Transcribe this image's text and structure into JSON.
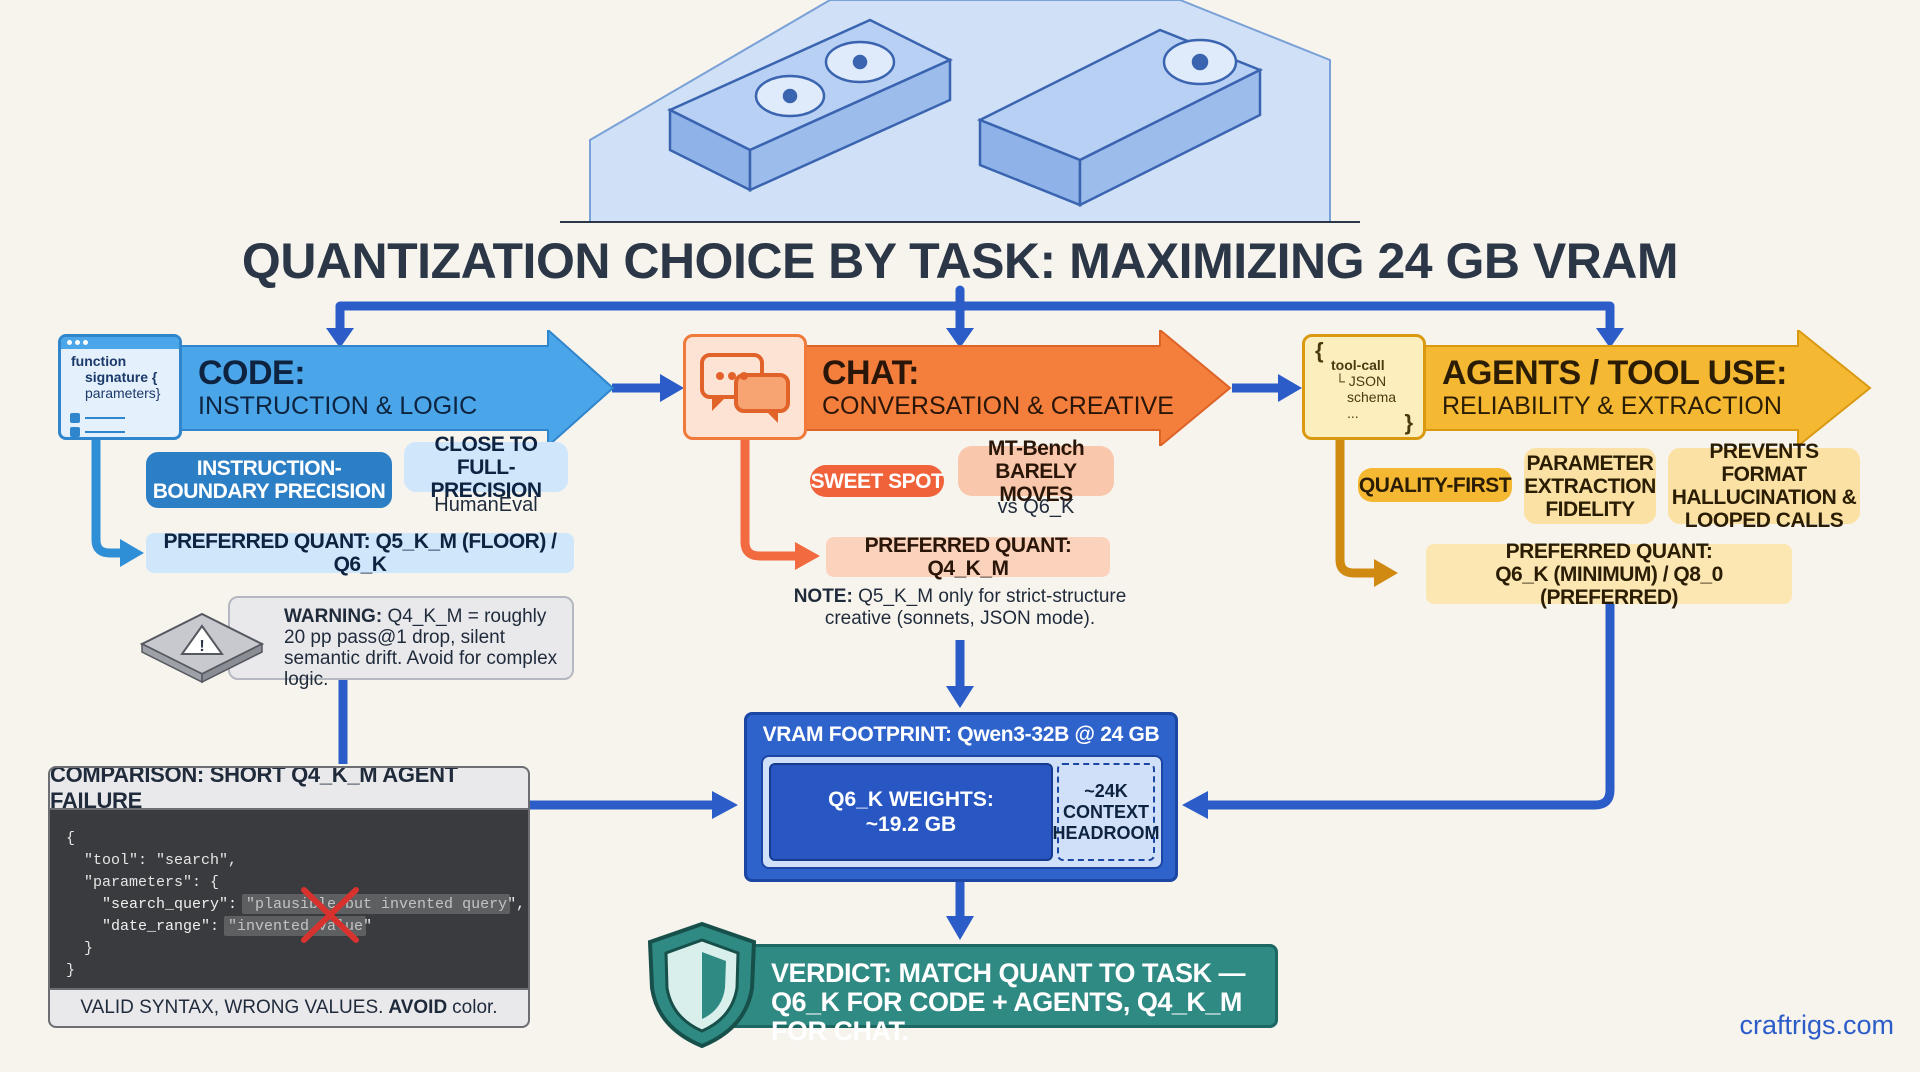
{
  "title": "QUANTIZATION CHOICE BY TASK: MAXIMIZING 24 GB VRAM",
  "code": {
    "icon_lines": [
      "function",
      "signature {",
      "parameters}"
    ],
    "title": "CODE:",
    "subtitle": "INSTRUCTION & LOGIC",
    "tag1": "INSTRUCTION-BOUNDARY PRECISION",
    "tag2": "CLOSE TO FULL-PRECISION",
    "tag2_sub": "HumanEval",
    "preferred": "PREFERRED QUANT: Q5_K_M (FLOOR) / Q6_K",
    "warning_label": "WARNING:",
    "warning_text": "Q4_K_M = roughly 20 pp pass@1 drop, silent semantic drift. Avoid for complex logic."
  },
  "chat": {
    "title": "CHAT:",
    "subtitle": "CONVERSATION & CREATIVE",
    "tag1": "SWEET SPOT",
    "tag2": "MT-Bench BARELY MOVES",
    "tag2_sub": "vs Q6_K",
    "preferred": "PREFERRED QUANT: Q4_K_M",
    "note_label": "NOTE:",
    "note_text": "Q5_K_M only for strict-structure creative (sonnets, JSON mode)."
  },
  "agents": {
    "icon_lines": [
      "tool-call",
      "└ JSON",
      "schema",
      "..."
    ],
    "title": "AGENTS / TOOL USE:",
    "subtitle": "RELIABILITY & EXTRACTION",
    "tag1": "QUALITY-FIRST",
    "tag2": "PARAMETER EXTRACTION FIDELITY",
    "tag3": "PREVENTS FORMAT HALLUCINATION & LOOPED CALLS",
    "preferred_line1": "PREFERRED QUANT:",
    "preferred_line2": "Q6_K (MINIMUM) / Q8_0 (PREFERRED)"
  },
  "vram": {
    "title": "VRAM FOOTPRINT: Qwen3-32B @ 24 GB",
    "weights_line1": "Q6_K WEIGHTS:",
    "weights_line2": "~19.2 GB",
    "headroom": "~24K CONTEXT HEADROOM"
  },
  "comparison": {
    "title": "COMPARISON: SHORT Q4_K_M AGENT FAILURE",
    "code_lines": [
      "{",
      "  \"tool\": \"search\",",
      "  \"parameters\": {",
      "    \"search_query\": \"plausible but invented query\",",
      "    \"date_range\": \"invented value\"",
      "  }",
      "}"
    ],
    "footer_pre": "VALID SYNTAX, WRONG VALUES.",
    "footer_bold": "AVOID",
    "footer_post": "color."
  },
  "verdict": "VERDICT: MATCH QUANT TO TASK — Q6_K FOR CODE + AGENTS, Q4_K_M FOR CHAT.",
  "footer_site": "craftrigs.com",
  "colors": {
    "code_blue": "#4aa6e8",
    "chat_orange": "#f47e3c",
    "agents_yellow": "#f4b832",
    "arrow_blue": "#2b5cc8",
    "verdict_teal": "#2f8a83"
  }
}
